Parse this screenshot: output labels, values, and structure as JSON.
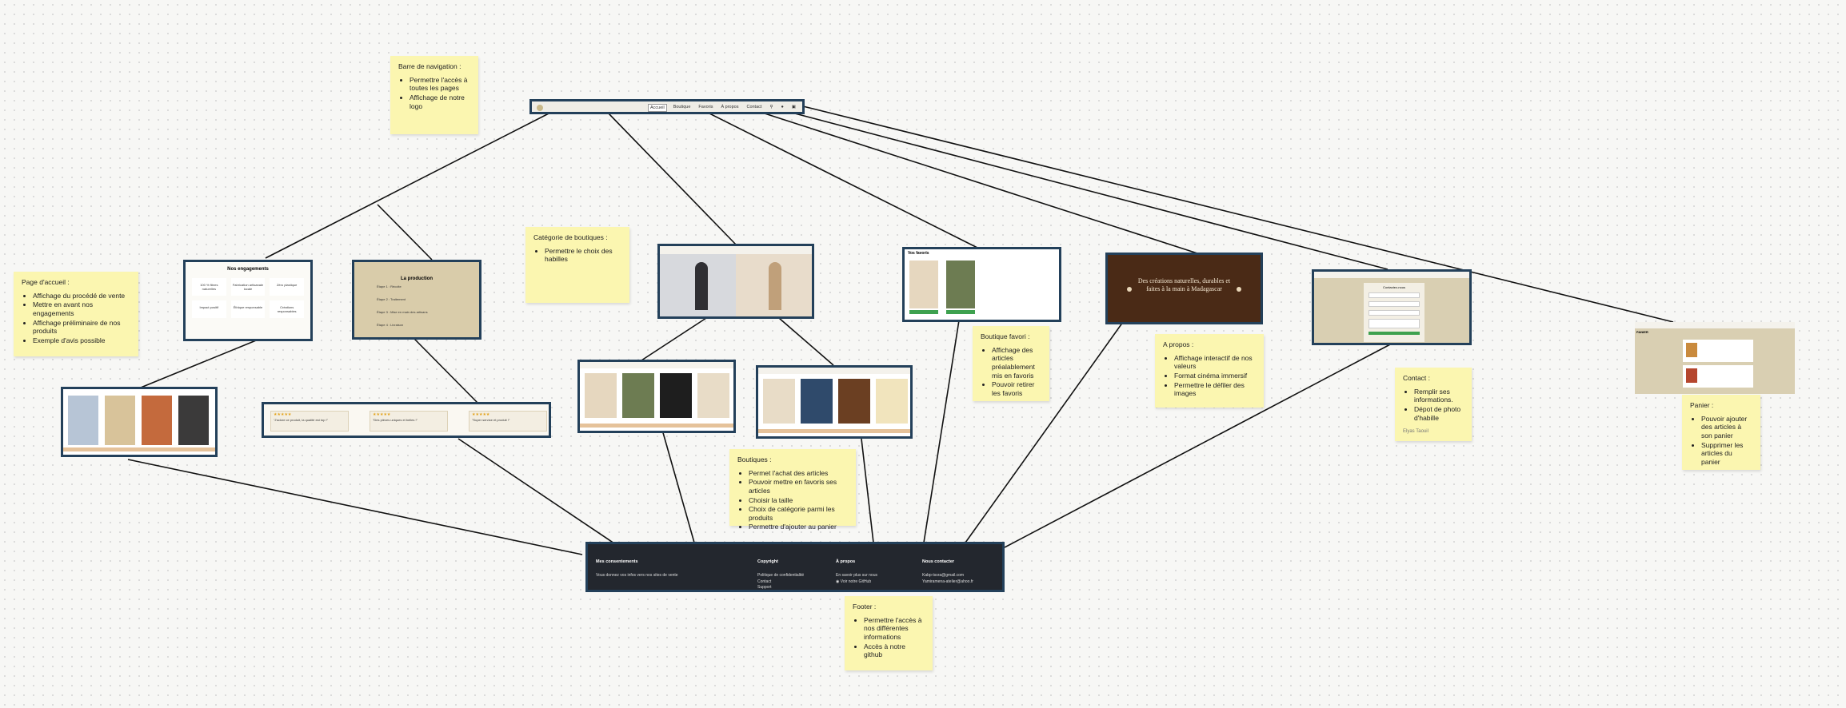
{
  "notes": {
    "navbar": {
      "title": "Barre de navigation :",
      "items": [
        "Permettre l'accès à toutes les pages",
        "Affichage de notre logo"
      ]
    },
    "home": {
      "title": "Page d'accueil :",
      "items": [
        "Affichage du procédé de vente",
        "Mettre en avant nos engagements",
        "Affichage préliminaire de nos produits",
        "Exemple d'avis possible"
      ]
    },
    "category": {
      "title": "Catégorie de boutiques :",
      "items": [
        "Permettre le choix des habilles"
      ]
    },
    "boutiques": {
      "title": "Boutiques :",
      "items": [
        "Permet l'achat des articles",
        "Pouvoir mettre en favoris ses articles",
        "Choisir la taille",
        "Choix de catégorie parmi les produits",
        "Permettre d'ajouter au panier"
      ]
    },
    "favorites": {
      "title": "Boutique favori :",
      "items": [
        "Affichage des articles préalablement mis en favoris",
        "Pouvoir retirer les favoris"
      ]
    },
    "about": {
      "title": "A propos :",
      "items": [
        "Affichage interactif de nos valeurs",
        "Format cinéma immersif",
        "Permettre le défiler des images"
      ]
    },
    "contact": {
      "title": "Contact :",
      "items": [
        "Remplir ses informations.",
        "Dépot de photo d'habille"
      ],
      "signature": "Elyas Taouil"
    },
    "cart": {
      "title": "Panier :",
      "items": [
        "Pouvoir ajouter des articles à son panier",
        "Supprimer les articles du panier"
      ]
    },
    "footer": {
      "title": "Footer :",
      "items": [
        "Permettre l'accès à nos différentes informations",
        "Accès à notre github"
      ]
    }
  },
  "screens": {
    "navbar": {
      "items": [
        "Accueil",
        "Boutique",
        "Favoris",
        "À propos",
        "Contact"
      ]
    },
    "engagements": {
      "title": "Nos engagements",
      "cards": [
        "100 % fibres naturelles",
        "Fabrication artisanale locale",
        "Zéro plastique",
        "Impact positif",
        "Éthique responsable",
        "Créations responsables"
      ]
    },
    "production": {
      "title": "La production",
      "steps": [
        "Étape 1 : Récolte",
        "Étape 2 : Traitement",
        "Étape 3 : Mise en main des artisans",
        "Étape 4 : Livraison"
      ]
    },
    "about": {
      "headline": "Des créations naturelles, durables et faites à la main à Madagascar"
    },
    "favorites": {
      "heading": "Vos favoris"
    },
    "reviews": {
      "items": [
        "\"J'adore ce produit, la qualité est top !\"",
        "\"Des pièces uniques et belles !\"",
        "\"Super service et produit !\""
      ],
      "stars": "★★★★★"
    },
    "contact": {
      "title": "Contactez-nous"
    },
    "cart": {
      "heading": "PANIER"
    },
    "footer": {
      "col1_title": "Mes consentements",
      "col1_text": "Vous donnez vos infos vers nos sites de vente",
      "col2_title": "Copyright",
      "col2_items": [
        "Politique de confidentialité",
        "Contact",
        "Support"
      ],
      "col3_title": "À propos",
      "col3_text": "En savoir plus sur nous",
      "col3_link": "Voir notre GitHub",
      "col4_title": "Nous contacter",
      "col4_items": [
        "Kabp-tssra@gmail.com",
        "Yamiramena-atelier@ahoo.fr"
      ]
    }
  },
  "colors": {
    "frame_border": "#23405a",
    "note_bg": "#fbf6b0",
    "footer_bg": "#23272e",
    "canvas_bg": "#f7f7f5",
    "connector": "#111111"
  }
}
